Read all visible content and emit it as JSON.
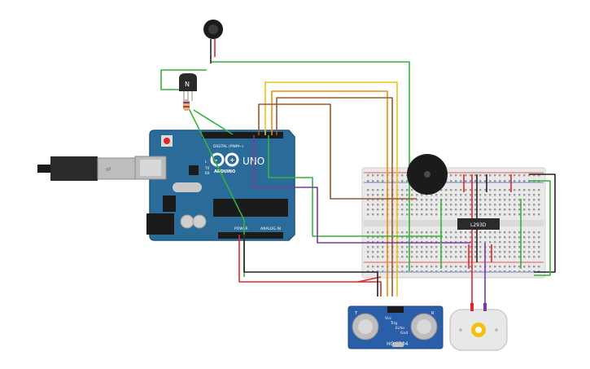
{
  "arduino": {
    "brand": "ARDUINO",
    "model": "UNO",
    "digital_label": "DIGITAL (PWM~)",
    "power_label": "POWER",
    "analog_label": "ANALOG IN",
    "tx_label": "TX",
    "rx_label": "RX",
    "l_label": "L"
  },
  "transistor": {
    "label": "N"
  },
  "motor_driver": {
    "label": "L293D"
  },
  "sensor": {
    "label": "HC-SR04",
    "pins": [
      "Vcc",
      "Trig",
      "Echo",
      "Gnd"
    ],
    "left_mark": "T",
    "right_mark": "R"
  },
  "colors": {
    "board": "#2b6b9a",
    "board_edge": "#1f5680",
    "breadboard": "#e9e9e9",
    "wire_red": "#e0262a",
    "wire_black": "#222222",
    "wire_green": "#35b33a",
    "wire_yellow": "#f2c20c",
    "wire_orange": "#f08a10",
    "wire_brown": "#9a5a2c",
    "wire_purple": "#7a3aa0",
    "chip": "#2a2a2a",
    "motor_body": "#e8e8e8",
    "motor_shaft": "#f2c20c"
  }
}
